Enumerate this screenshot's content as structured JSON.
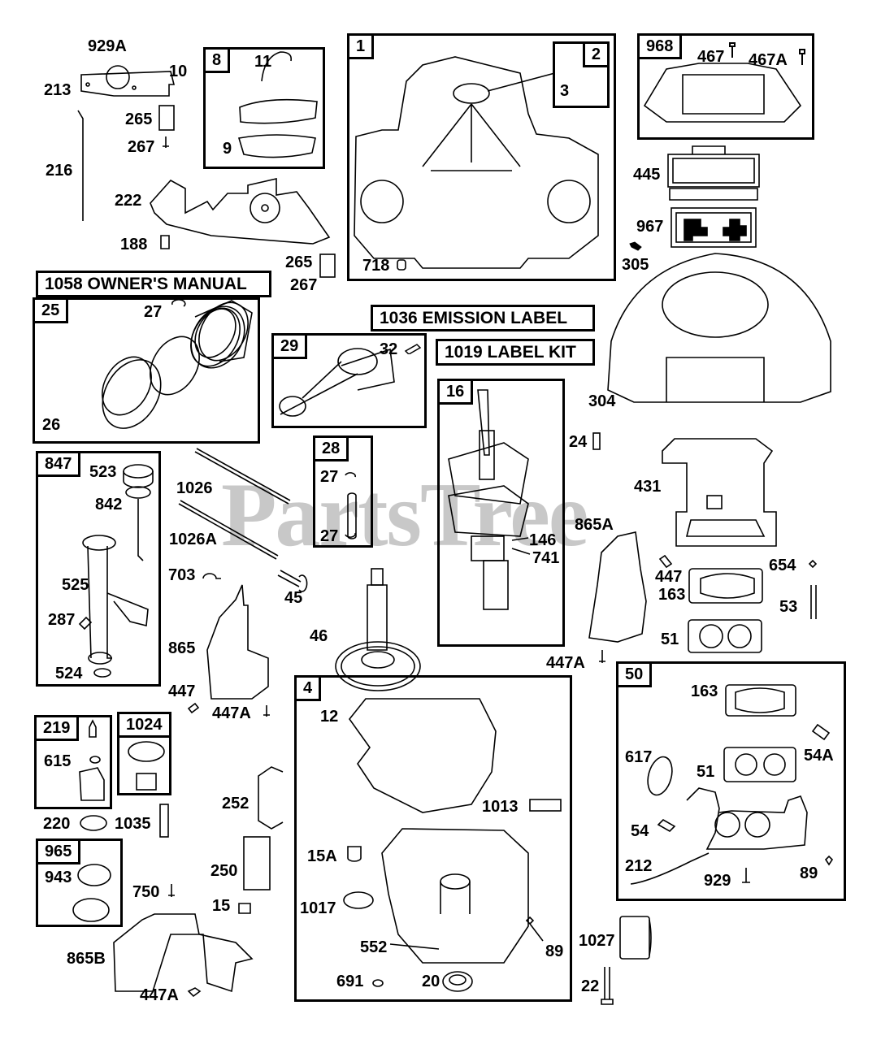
{
  "watermark": "PartsTree",
  "title_boxes": {
    "owners_manual": "1058 OWNER'S MANUAL",
    "emission_label": "1036 EMISSION LABEL",
    "label_kit": "1019 LABEL KIT"
  },
  "assemblies": {
    "a1": {
      "tag": "1",
      "parts": {
        "p718": "718"
      }
    },
    "a2": {
      "tag": "2",
      "parts": {
        "p3": "3"
      }
    },
    "a8": {
      "tag": "8",
      "parts": {
        "p11": "11",
        "p9": "9"
      }
    },
    "a968": {
      "tag": "968",
      "parts": {
        "p467": "467",
        "p467a": "467A"
      }
    },
    "a25": {
      "tag": "25",
      "parts": {
        "p27": "27",
        "p26": "26"
      }
    },
    "a29": {
      "tag": "29",
      "parts": {
        "p32": "32"
      }
    },
    "a16": {
      "tag": "16",
      "parts": {
        "p146": "146",
        "p741": "741"
      }
    },
    "a28": {
      "tag": "28",
      "parts": {
        "p27a": "27",
        "p27b": "27"
      }
    },
    "a847": {
      "tag": "847",
      "parts": {
        "p523": "523",
        "p842": "842",
        "p525": "525",
        "p287": "287",
        "p524": "524"
      }
    },
    "a4": {
      "tag": "4",
      "parts": {
        "p12": "12",
        "p1013": "1013",
        "p15a": "15A",
        "p1017": "1017",
        "p552": "552",
        "p89": "89",
        "p691": "691",
        "p20": "20"
      }
    },
    "a50": {
      "tag": "50",
      "parts": {
        "p163": "163",
        "p54a": "54A",
        "p617": "617",
        "p51": "51",
        "p54": "54",
        "p212": "212",
        "p929": "929",
        "p89": "89"
      }
    },
    "a219": {
      "tag": "219",
      "parts": {
        "p615": "615"
      }
    },
    "a1024": {
      "tag": "1024",
      "parts": {}
    },
    "a965": {
      "tag": "965",
      "parts": {
        "p943": "943"
      }
    }
  },
  "loose_parts": {
    "p929a": "929A",
    "p10": "10",
    "p213": "213",
    "p265a": "265",
    "p267a": "267",
    "p216": "216",
    "p222": "222",
    "p188": "188",
    "p265b": "265",
    "p267b": "267",
    "p445": "445",
    "p967": "967",
    "p305": "305",
    "p304": "304",
    "p24": "24",
    "p431": "431",
    "p865a": "865A",
    "p447a": "447",
    "p654": "654",
    "p163": "163",
    "p53": "53",
    "p51": "51",
    "p447a_r": "447A",
    "p1026": "1026",
    "p1026a": "1026A",
    "p703": "703",
    "p45": "45",
    "p46": "46",
    "p865": "865",
    "p447b": "447",
    "p447a_m": "447A",
    "p220": "220",
    "p1035": "1035",
    "p252": "252",
    "p250": "250",
    "p750": "750",
    "p15": "15",
    "p865b": "865B",
    "p447a_b": "447A",
    "p1027": "1027",
    "p22": "22"
  }
}
